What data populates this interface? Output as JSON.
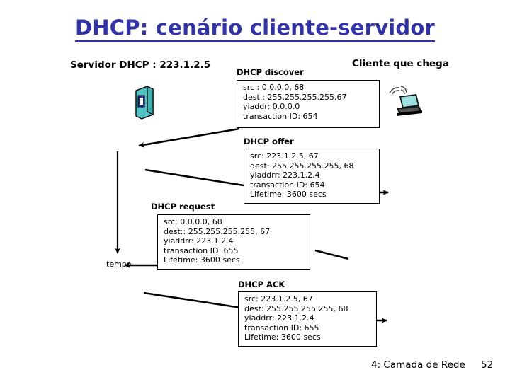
{
  "slide": {
    "title": "DHCP: cenário cliente-servidor",
    "title_color": "#3333A8",
    "background": "#ffffff"
  },
  "endpoints": {
    "server": {
      "label": "Servidor DHCP : 223.1.2.5",
      "icon": "server-tower-icon",
      "icon_color": "#4FC3C3"
    },
    "client": {
      "label": "Cliente que chega",
      "icon": "laptop-wireless-icon",
      "icon_color": "#7FD4D4"
    }
  },
  "timeline": {
    "axis_label": "tempo"
  },
  "messages": [
    {
      "name": "dhcp-discover",
      "title": "DHCP discover",
      "lines": [
        "src : 0.0.0.0, 68",
        "dest.: 255.255.255.255,67",
        "yiaddr:    0.0.0.0",
        "transaction ID: 654"
      ]
    },
    {
      "name": "dhcp-offer",
      "title": "DHCP offer",
      "lines": [
        "src: 223.1.2.5, 67",
        "dest:  255.255.255.255, 68",
        "yiaddrr: 223.1.2.4",
        "transaction ID: 654",
        "Lifetime: 3600 secs"
      ]
    },
    {
      "name": "dhcp-request",
      "title": "DHCP request",
      "lines": [
        "src:  0.0.0.0, 68",
        "dest::  255.255.255.255, 67",
        "yiaddrr: 223.1.2.4",
        "transaction ID: 655",
        "Lifetime: 3600 secs"
      ]
    },
    {
      "name": "dhcp-ack",
      "title": "DHCP ACK",
      "lines": [
        "src: 223.1.2.5, 67",
        "dest:  255.255.255.255, 68",
        "yiaddrr: 223.1.2.4",
        "transaction ID: 655",
        "Lifetime: 3600 secs"
      ]
    }
  ],
  "footer": {
    "chapter": "4: Camada de Rede",
    "page": "52"
  }
}
